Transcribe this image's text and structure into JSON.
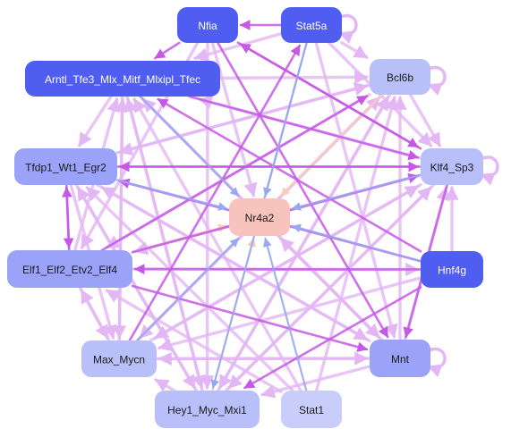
{
  "network": {
    "colors": {
      "strong": "#4f5df0",
      "mid": "#6e78f7",
      "medium_light": "#9aa3f7",
      "light": "#b8bff9",
      "pale": "#c9cdfb",
      "hub": "#f8c3bd",
      "edge_purple": "#c558e6",
      "edge_pink": "#e3b6f4",
      "edge_blue": "#97a9f1",
      "edge_peach": "#f8cdb8"
    },
    "nodes": [
      {
        "id": "nfia",
        "label": "Nfia",
        "shade": "strong",
        "text": "light"
      },
      {
        "id": "stat5a",
        "label": "Stat5a",
        "shade": "strong",
        "text": "light"
      },
      {
        "id": "arntl",
        "label": "Arntl_Tfe3_Mlx_Mitf_Mlxipl_Tfec",
        "shade": "strong",
        "text": "light"
      },
      {
        "id": "bcl6b",
        "label": "Bcl6b",
        "shade": "light",
        "text": "dark"
      },
      {
        "id": "tfdp1",
        "label": "Tfdp1_Wt1_Egr2",
        "shade": "medium_light",
        "text": "dark"
      },
      {
        "id": "klf4",
        "label": "Klf4_Sp3",
        "shade": "light",
        "text": "dark"
      },
      {
        "id": "nr4a2",
        "label": "Nr4a2",
        "shade": "hub",
        "text": "dark"
      },
      {
        "id": "hnf4g",
        "label": "Hnf4g",
        "shade": "strong",
        "text": "light"
      },
      {
        "id": "elf1",
        "label": "Elf1_Elf2_Etv2_Elf4",
        "shade": "medium_light",
        "text": "dark"
      },
      {
        "id": "max",
        "label": "Max_Mycn",
        "shade": "light",
        "text": "dark"
      },
      {
        "id": "mnt",
        "label": "Mnt",
        "shade": "medium_light",
        "text": "dark"
      },
      {
        "id": "hey1",
        "label": "Hey1_Myc_Mxi1",
        "shade": "light",
        "text": "dark"
      },
      {
        "id": "stat1",
        "label": "Stat1",
        "shade": "pale",
        "text": "dark"
      }
    ],
    "self_loops": [
      "stat5a",
      "bcl6b",
      "klf4",
      "mnt"
    ],
    "edges": [
      {
        "from": "stat5a",
        "to": "nr4a2",
        "color": "edge_blue"
      },
      {
        "from": "hnf4g",
        "to": "nr4a2",
        "color": "edge_blue"
      },
      {
        "from": "arntl",
        "to": "nr4a2",
        "color": "edge_blue"
      },
      {
        "from": "max",
        "to": "nr4a2",
        "color": "edge_blue"
      },
      {
        "from": "stat1",
        "to": "nr4a2",
        "color": "edge_blue"
      },
      {
        "from": "klf4",
        "to": "nr4a2",
        "color": "edge_blue"
      },
      {
        "from": "hey1",
        "to": "nr4a2",
        "color": "edge_peach"
      },
      {
        "from": "bcl6b",
        "to": "nr4a2",
        "color": "edge_peach"
      },
      {
        "from": "tfdp1",
        "to": "nr4a2",
        "color": "edge_blue"
      },
      {
        "from": "elf1",
        "to": "nr4a2",
        "color": "edge_peach"
      },
      {
        "from": "nfia",
        "to": "nr4a2",
        "color": "edge_pink"
      },
      {
        "from": "mnt",
        "to": "nr4a2",
        "color": "edge_pink"
      },
      {
        "from": "stat5a",
        "to": "nfia",
        "color": "edge_purple"
      },
      {
        "from": "nfia",
        "to": "arntl",
        "color": "edge_purple"
      },
      {
        "from": "stat5a",
        "to": "arntl",
        "color": "edge_pink"
      },
      {
        "from": "nfia",
        "to": "mnt",
        "color": "edge_purple"
      },
      {
        "from": "nfia",
        "to": "klf4",
        "color": "edge_purple"
      },
      {
        "from": "nfia",
        "to": "hey1",
        "color": "edge_pink"
      },
      {
        "from": "nfia",
        "to": "elf1",
        "color": "edge_pink"
      },
      {
        "from": "stat5a",
        "to": "hey1",
        "color": "edge_blue"
      },
      {
        "from": "stat5a",
        "to": "bcl6b",
        "color": "edge_pink"
      },
      {
        "from": "stat5a",
        "to": "klf4",
        "color": "edge_pink"
      },
      {
        "from": "stat5a",
        "to": "mnt",
        "color": "edge_pink"
      },
      {
        "from": "arntl",
        "to": "klf4",
        "color": "edge_purple"
      },
      {
        "from": "arntl",
        "to": "mnt",
        "color": "edge_pink"
      },
      {
        "from": "arntl",
        "to": "tfdp1",
        "color": "edge_pink"
      },
      {
        "from": "arntl",
        "to": "max",
        "color": "edge_pink"
      },
      {
        "from": "arntl",
        "to": "hey1",
        "color": "edge_pink"
      },
      {
        "from": "arntl",
        "to": "bcl6b",
        "color": "edge_pink"
      },
      {
        "from": "tfdp1",
        "to": "klf4",
        "color": "edge_purple"
      },
      {
        "from": "tfdp1",
        "to": "elf1",
        "color": "edge_purple"
      },
      {
        "from": "elf1",
        "to": "tfdp1",
        "color": "edge_purple"
      },
      {
        "from": "tfdp1",
        "to": "mnt",
        "color": "edge_pink"
      },
      {
        "from": "tfdp1",
        "to": "hey1",
        "color": "edge_pink"
      },
      {
        "from": "tfdp1",
        "to": "bcl6b",
        "color": "edge_pink"
      },
      {
        "from": "klf4",
        "to": "tfdp1",
        "color": "edge_purple"
      },
      {
        "from": "klf4",
        "to": "elf1",
        "color": "edge_pink"
      },
      {
        "from": "klf4",
        "to": "max",
        "color": "edge_pink"
      },
      {
        "from": "klf4",
        "to": "hey1",
        "color": "edge_pink"
      },
      {
        "from": "klf4",
        "to": "arntl",
        "color": "edge_pink"
      },
      {
        "from": "bcl6b",
        "to": "tfdp1",
        "color": "edge_pink"
      },
      {
        "from": "bcl6b",
        "to": "elf1",
        "color": "edge_pink"
      },
      {
        "from": "bcl6b",
        "to": "hey1",
        "color": "edge_pink"
      },
      {
        "from": "bcl6b",
        "to": "klf4",
        "color": "edge_pink"
      },
      {
        "from": "hnf4g",
        "to": "tfdp1",
        "color": "edge_purple"
      },
      {
        "from": "hnf4g",
        "to": "elf1",
        "color": "edge_purple"
      },
      {
        "from": "hnf4g",
        "to": "max",
        "color": "edge_pink"
      },
      {
        "from": "hnf4g",
        "to": "hey1",
        "color": "edge_purple"
      },
      {
        "from": "hnf4g",
        "to": "klf4",
        "color": "edge_pink"
      },
      {
        "from": "hnf4g",
        "to": "arntl",
        "color": "edge_purple"
      },
      {
        "from": "elf1",
        "to": "klf4",
        "color": "edge_purple"
      },
      {
        "from": "elf1",
        "to": "mnt",
        "color": "edge_purple"
      },
      {
        "from": "elf1",
        "to": "hnf4g",
        "color": "edge_pink"
      },
      {
        "from": "elf1",
        "to": "max",
        "color": "edge_pink"
      },
      {
        "from": "elf1",
        "to": "arntl",
        "color": "edge_pink"
      },
      {
        "from": "elf1",
        "to": "bcl6b",
        "color": "edge_purple"
      },
      {
        "from": "max",
        "to": "bcl6b",
        "color": "edge_pink"
      },
      {
        "from": "max",
        "to": "klf4",
        "color": "edge_pink"
      },
      {
        "from": "max",
        "to": "elf1",
        "color": "edge_pink"
      },
      {
        "from": "max",
        "to": "arntl",
        "color": "edge_pink"
      },
      {
        "from": "max",
        "to": "mnt",
        "color": "edge_pink"
      },
      {
        "from": "hey1",
        "to": "arntl",
        "color": "edge_pink"
      },
      {
        "from": "hey1",
        "to": "bcl6b",
        "color": "edge_pink"
      },
      {
        "from": "hey1",
        "to": "tfdp1",
        "color": "edge_pink"
      },
      {
        "from": "hey1",
        "to": "max",
        "color": "edge_pink"
      },
      {
        "from": "hey1",
        "to": "klf4",
        "color": "edge_pink"
      },
      {
        "from": "stat1",
        "to": "arntl",
        "color": "edge_pink"
      },
      {
        "from": "stat1",
        "to": "tfdp1",
        "color": "edge_pink"
      },
      {
        "from": "stat1",
        "to": "bcl6b",
        "color": "edge_pink"
      },
      {
        "from": "stat1",
        "to": "elf1",
        "color": "edge_pink"
      },
      {
        "from": "mnt",
        "to": "tfdp1",
        "color": "edge_pink"
      },
      {
        "from": "mnt",
        "to": "arntl",
        "color": "edge_pink"
      },
      {
        "from": "mnt",
        "to": "hey1",
        "color": "edge_pink"
      },
      {
        "from": "mnt",
        "to": "max",
        "color": "edge_pink"
      },
      {
        "from": "mnt",
        "to": "klf4",
        "color": "edge_pink"
      },
      {
        "from": "mnt",
        "to": "bcl6b",
        "color": "edge_pink"
      },
      {
        "from": "klf4",
        "to": "nfia",
        "color": "edge_purple"
      },
      {
        "from": "klf4",
        "to": "mnt",
        "color": "edge_purple"
      },
      {
        "from": "max",
        "to": "stat5a",
        "color": "edge_purple"
      },
      {
        "from": "bcl6b",
        "to": "max",
        "color": "edge_pink"
      },
      {
        "from": "tfdp1",
        "to": "max",
        "color": "edge_pink"
      }
    ]
  }
}
